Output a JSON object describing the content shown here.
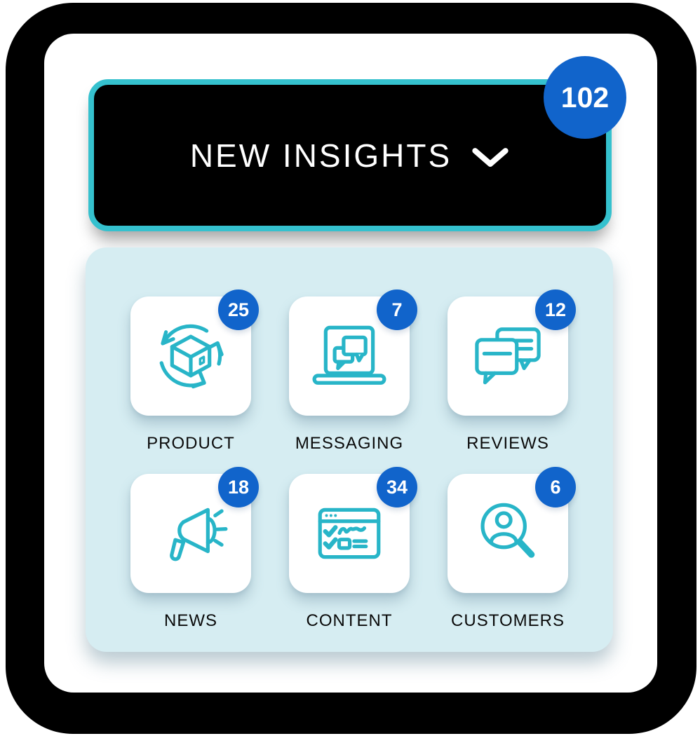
{
  "header": {
    "title": "NEW INSIGHTS",
    "badge": "102",
    "chevron_icon": "chevron-down"
  },
  "colors": {
    "accent_teal": "#35c1ce",
    "icon_teal": "#28b5c8",
    "badge_blue": "#1164cb",
    "panel_blue": "#d6edf2",
    "button_black": "#000000",
    "tile_white": "#ffffff"
  },
  "categories": [
    {
      "label": "PRODUCT",
      "count": "25",
      "icon": "product-360"
    },
    {
      "label": "MESSAGING",
      "count": "7",
      "icon": "laptop-chat"
    },
    {
      "label": "REVIEWS",
      "count": "12",
      "icon": "speech-bubbles"
    },
    {
      "label": "NEWS",
      "count": "18",
      "icon": "megaphone"
    },
    {
      "label": "CONTENT",
      "count": "34",
      "icon": "browser-checklist"
    },
    {
      "label": "CUSTOMERS",
      "count": "6",
      "icon": "magnifier-person"
    }
  ]
}
